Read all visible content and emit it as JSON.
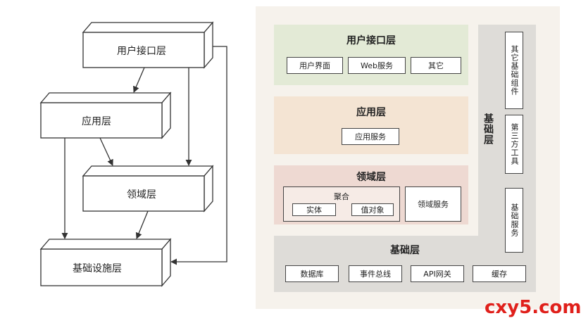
{
  "left": {
    "user_interface": "用户接口层",
    "application": "应用层",
    "domain": "领域层",
    "infrastructure": "基础设施层"
  },
  "right": {
    "ui_layer": {
      "title": "用户接口层",
      "items": [
        "用户界面",
        "Web服务",
        "其它"
      ]
    },
    "app_layer": {
      "title": "应用层",
      "items": [
        "应用服务"
      ]
    },
    "domain_layer": {
      "title": "领域层",
      "aggregate": {
        "title": "聚合",
        "items": [
          "实体",
          "值对象"
        ]
      },
      "domain_service": "领域服务"
    },
    "base_layer": {
      "title": "基础层",
      "items": [
        "数据库",
        "事件总线",
        "API网关",
        "缓存"
      ]
    },
    "side": {
      "title": "基础层",
      "items": [
        "其它基础组件",
        "第三方工具",
        "基础服务"
      ]
    }
  },
  "colors": {
    "ui_layer": "#e3ead6",
    "app_layer": "#f4e4d3",
    "domain_layer": "#eed9d2",
    "base_layer": "#dedcd8",
    "watermark": "#e0201b"
  },
  "watermark": "cxy5.com"
}
